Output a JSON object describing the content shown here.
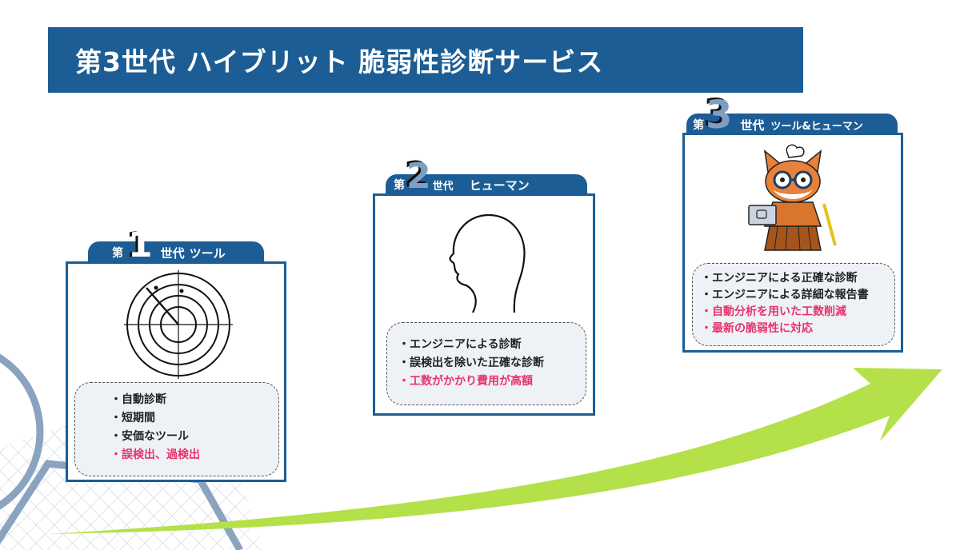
{
  "title": "第3世代 ハイブリット 脆弱性診断サービス",
  "colors": {
    "navy": "#1c5d95",
    "accent_red": "#e6336b",
    "arrow_green": "#b4e04a"
  },
  "cards": [
    {
      "dai": "第",
      "number": "1",
      "generation": "世代",
      "label": "ツール",
      "icon": "radar-icon",
      "points": [
        {
          "text": "・自動診断",
          "highlight": false
        },
        {
          "text": "・短期間",
          "highlight": false
        },
        {
          "text": "・安価なツール",
          "highlight": false
        },
        {
          "text": "・誤検出、過検出",
          "highlight": true
        }
      ]
    },
    {
      "dai": "第",
      "number": "2",
      "generation": "世代",
      "label": "ヒューマン",
      "icon": "human-head-icon",
      "points": [
        {
          "text": "・エンジニアによる診断",
          "highlight": false
        },
        {
          "text": "・誤検出を除いた正確な診断",
          "highlight": false
        },
        {
          "text": "・工数がかかり費用が高額",
          "highlight": true
        }
      ]
    },
    {
      "dai": "第",
      "number": "3",
      "generation": "世代",
      "label": "ツール&ヒューマン",
      "icon": "mascot-fox-icon",
      "points": [
        {
          "text": "・エンジニアによる正確な診断",
          "highlight": false
        },
        {
          "text": "・エンジニアによる詳細な報告書",
          "highlight": false
        },
        {
          "text": "・自動分析を用いた工数削減",
          "highlight": true
        },
        {
          "text": "・最新の脆弱性に対応",
          "highlight": true
        }
      ]
    }
  ]
}
